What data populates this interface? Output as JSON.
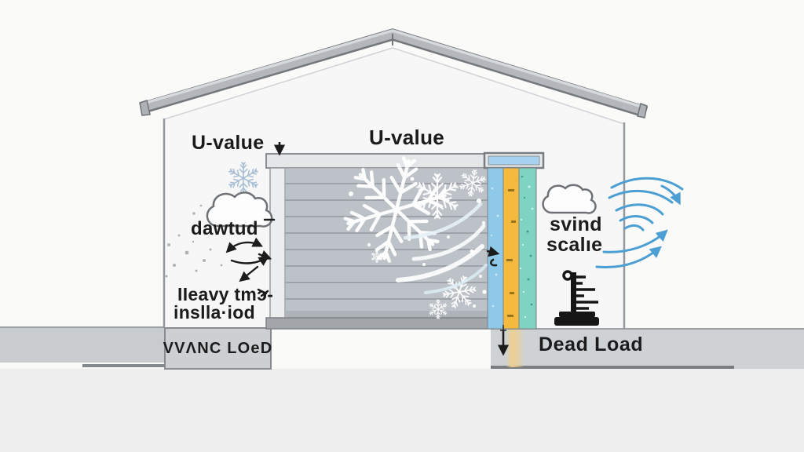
{
  "scene": {
    "description": "cross-section diagram of a gabled garage showing thermal and structural loads",
    "labels": {
      "u_value_left": "U-value",
      "u_value_center": "U-value",
      "dead_load_garbled": "dawtud",
      "insulation_line1": "IIeavy tmɔ-",
      "insulation_line2": "inslla·iod",
      "wind_load_garbled": "VVΛNC LOeD",
      "wind_scale_line1": "svind",
      "wind_scale_line2": "scalıe",
      "dead_load_right": "Dead Load"
    },
    "colors": {
      "background": "#FAFAF9",
      "roof_band": "#B4B8BC",
      "roof_outline": "#74787C",
      "wall_line": "#94989C",
      "door_panel": "#BCC2C7",
      "door_slats": "#9DA3A9",
      "lintel": "#E4E6E8",
      "layer_blue": "#8FC9EA",
      "layer_yellow": "#F3BA3E",
      "layer_teal": "#7ED3C3",
      "cap_blue": "#A6D2EF",
      "ground_band": "#CDD0D2",
      "foreground": "#EDEEED",
      "wind_swirl_blue": "#4C9FD2",
      "snow_white": "#FFFFFF",
      "snowflake_left_blue": "#A9BFD6",
      "ink": "#1C1C1C"
    },
    "icons": [
      "snowflake-icon",
      "cloud-icon",
      "wind-swirl-icon",
      "scale-icon",
      "down-arrow-icon",
      "curved-arrow-icon",
      "diagonal-arrow-icon"
    ]
  }
}
